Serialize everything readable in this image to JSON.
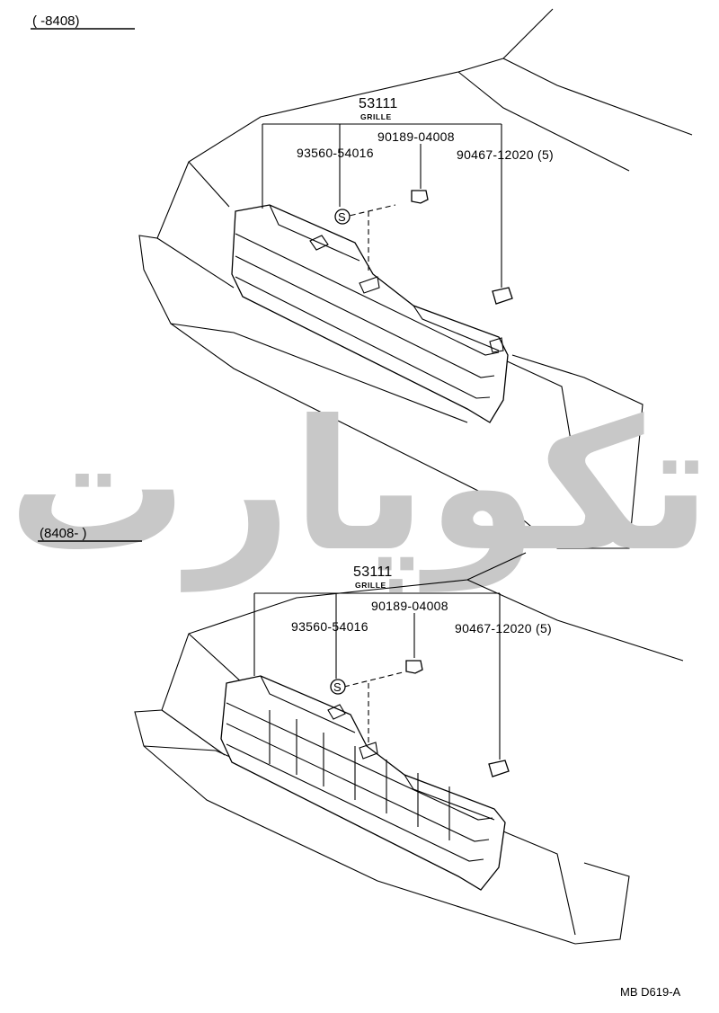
{
  "diagrams": [
    {
      "range": "(        -8408)",
      "part_main": "53111",
      "part_main_name": "GRILLE",
      "part_clip": "93560-54016",
      "part_nut": "90189-04008",
      "part_fastener": "90467-12020 (5)",
      "clip_symbol": "S"
    },
    {
      "range": "(8408-        )",
      "part_main": "53111",
      "part_main_name": "GRILLE",
      "part_clip": "93560-54016",
      "part_nut": "90189-04008",
      "part_fastener": "90467-12020 (5)",
      "clip_symbol": "S"
    }
  ],
  "watermark": "تکوپارت",
  "drawing_code": "MB D619-A",
  "colors": {
    "line": "#000000",
    "watermark": "#c8c8c8",
    "background": "#ffffff"
  }
}
